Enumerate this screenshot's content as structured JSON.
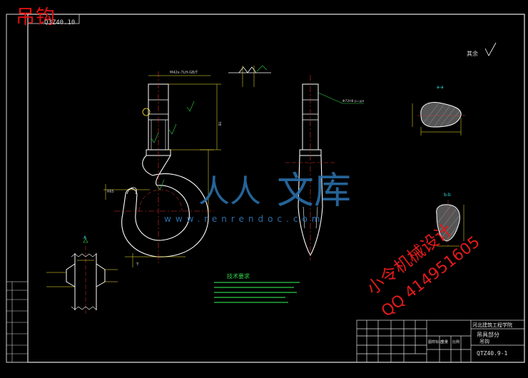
{
  "title_red": "吊钩",
  "drawing_number_top": "Q3Z40.10",
  "watermark": {
    "logo_part1": "人人",
    "logo_part2": "文库",
    "url": "www.renrendoc.com",
    "red_line1": "小令机械设计",
    "red_line2": "QQ 414951605"
  },
  "roughness_note": "其余",
  "tech_requirements_title": "技术要求",
  "section_labels": {
    "a_a": "a-a",
    "b_b": "b-b",
    "a_view": "A"
  },
  "title_block": {
    "school": "河北建筑工程学院",
    "part_group": "吊具部分",
    "part_name": "吊钩",
    "drawing_code": "QTZ40.9-1",
    "sheet_labels": [
      "图样标记",
      "重量",
      "比例"
    ]
  },
  "colors": {
    "line": "#ffffff",
    "dimension": "#ffee33",
    "center": "#e03030",
    "annotation": "#2fd24a",
    "cyan": "#33e0e0",
    "watermark_red": "#e21a1a",
    "watermark_blue": "#2a6ea8"
  }
}
